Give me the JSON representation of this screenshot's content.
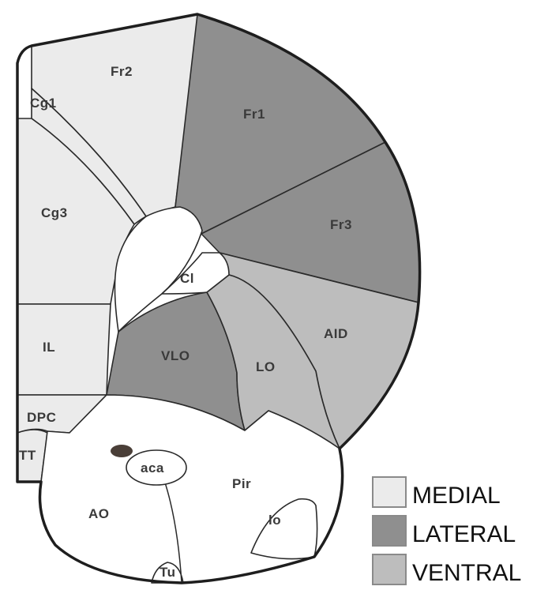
{
  "colors": {
    "medial": "#ebebeb",
    "lateral": "#8f8f8f",
    "ventral": "#bdbdbd",
    "white": "#ffffff",
    "dot": "#4a3f38"
  },
  "regions": {
    "fr2": "Fr2",
    "cg1": "Cg1",
    "cg3": "Cg3",
    "il": "IL",
    "dpc": "DPC",
    "tt": "TT",
    "fr1": "Fr1",
    "fr3": "Fr3",
    "vlo": "VLO",
    "lo": "LO",
    "aid": "AID",
    "cl": "Cl",
    "aca": "aca",
    "ao": "AO",
    "pir": "Pir",
    "lo_small": "lo",
    "tu": "Tu"
  },
  "legend": [
    {
      "label": "MEDIAL",
      "swatch_color": "#ebebeb"
    },
    {
      "label": "LATERAL",
      "swatch_color": "#8f8f8f"
    },
    {
      "label": "VENTRAL",
      "swatch_color": "#bdbdbd"
    }
  ]
}
